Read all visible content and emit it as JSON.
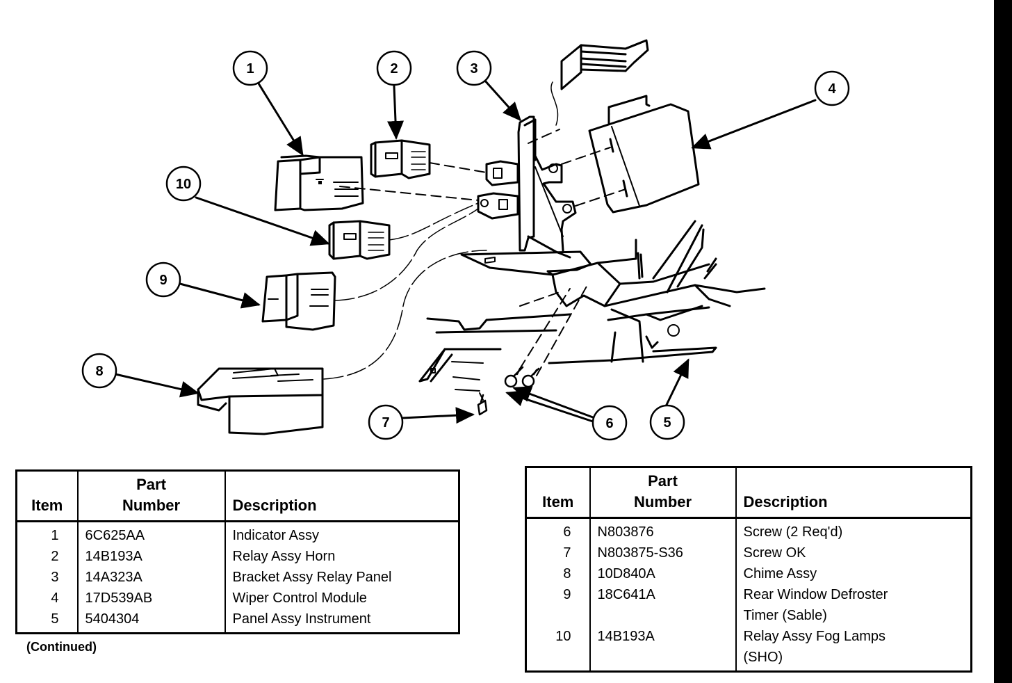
{
  "diagram": {
    "title": "Relay panel / module components exploded view",
    "callouts": [
      "1",
      "2",
      "3",
      "4",
      "5",
      "6",
      "7",
      "8",
      "9",
      "10"
    ]
  },
  "table_left": {
    "headers": {
      "item": "Item",
      "part_line1": "Part",
      "part_line2": "Number",
      "description": "Description"
    },
    "rows": [
      {
        "item": "1",
        "part": "6C625AA",
        "description": [
          "Indicator Assy"
        ]
      },
      {
        "item": "2",
        "part": "14B193A",
        "description": [
          "Relay Assy Horn"
        ]
      },
      {
        "item": "3",
        "part": "14A323A",
        "description": [
          "Bracket Assy Relay Panel"
        ]
      },
      {
        "item": "4",
        "part": "17D539AB",
        "description": [
          "Wiper Control Module"
        ]
      },
      {
        "item": "5",
        "part": "5404304",
        "description": [
          "Panel Assy Instrument"
        ]
      }
    ],
    "footnote": "(Continued)"
  },
  "table_right": {
    "headers": {
      "item": "Item",
      "part_line1": "Part",
      "part_line2": "Number",
      "description": "Description"
    },
    "rows": [
      {
        "item": "6",
        "part": "N803876",
        "description": [
          "Screw (2 Req'd)"
        ]
      },
      {
        "item": "7",
        "part": "N803875-S36",
        "description": [
          "Screw OK"
        ]
      },
      {
        "item": "8",
        "part": "10D840A",
        "description": [
          "Chime Assy"
        ]
      },
      {
        "item": "9",
        "part": "18C641A",
        "description": [
          "Rear Window Defroster",
          "Timer (Sable)"
        ]
      },
      {
        "item": "10",
        "part": "14B193A",
        "description": [
          "Relay Assy Fog Lamps",
          "(SHO)"
        ]
      }
    ]
  }
}
